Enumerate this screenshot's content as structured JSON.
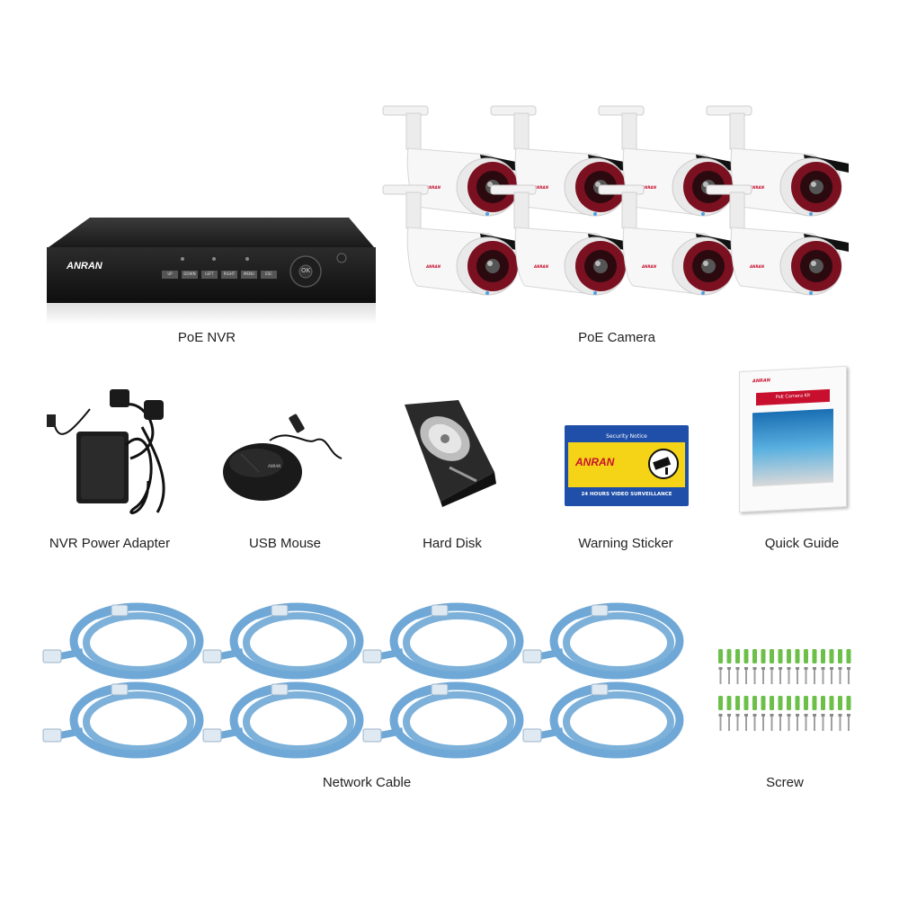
{
  "captions": {
    "nvr": "PoE NVR",
    "camera": "PoE Camera",
    "power_adapter": "NVR Power Adapter",
    "mouse": "USB Mouse",
    "hard_disk": "Hard Disk",
    "sticker": "Warning Sticker",
    "guide": "Quick Guide",
    "cable": "Network Cable",
    "screw": "Screw"
  },
  "nvr": {
    "brand": "ANRAN",
    "buttons": [
      "UP",
      "DOWN",
      "LEFT",
      "RIGHT",
      "MENU",
      "ESC"
    ],
    "ok_label": "OK"
  },
  "camera": {
    "brand": "ANRAN",
    "count": 8
  },
  "mouse": {
    "brand": "ANRAN"
  },
  "sticker": {
    "header": "Security Notice",
    "brand": "ANRAN",
    "footer": "24 HOURS VIDEO SURVEILLANCE"
  },
  "guide": {
    "brand": "ANRAN",
    "title": "PoE Camera Kit"
  },
  "cable": {
    "count": 8
  },
  "colors": {
    "cable_blue": "#6fa8d6",
    "sticker_blue": "#1f4fa8",
    "sticker_yellow": "#f5d316",
    "brand_red": "#c8102e",
    "lens_maroon": "#7a1020"
  }
}
